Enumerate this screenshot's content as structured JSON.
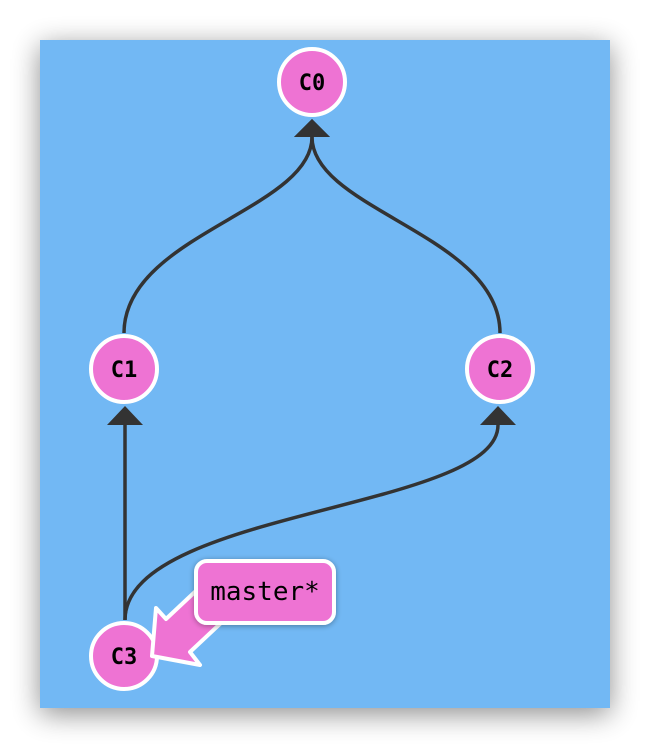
{
  "colors": {
    "panel": "#72b8f4",
    "node_fill": "#ee73d3",
    "node_stroke": "#ffffff",
    "edge": "#333333",
    "branch_fill": "#ee73d3",
    "branch_stroke": "#ffffff"
  },
  "commits": [
    {
      "id": "C0",
      "label": "C0"
    },
    {
      "id": "C1",
      "label": "C1"
    },
    {
      "id": "C2",
      "label": "C2"
    },
    {
      "id": "C3",
      "label": "C3"
    }
  ],
  "edges": [
    {
      "from": "C1",
      "to": "C0"
    },
    {
      "from": "C2",
      "to": "C0"
    },
    {
      "from": "C3",
      "to": "C1"
    },
    {
      "from": "C3",
      "to": "C2"
    }
  ],
  "branches": [
    {
      "name": "master*",
      "target": "C3"
    }
  ]
}
